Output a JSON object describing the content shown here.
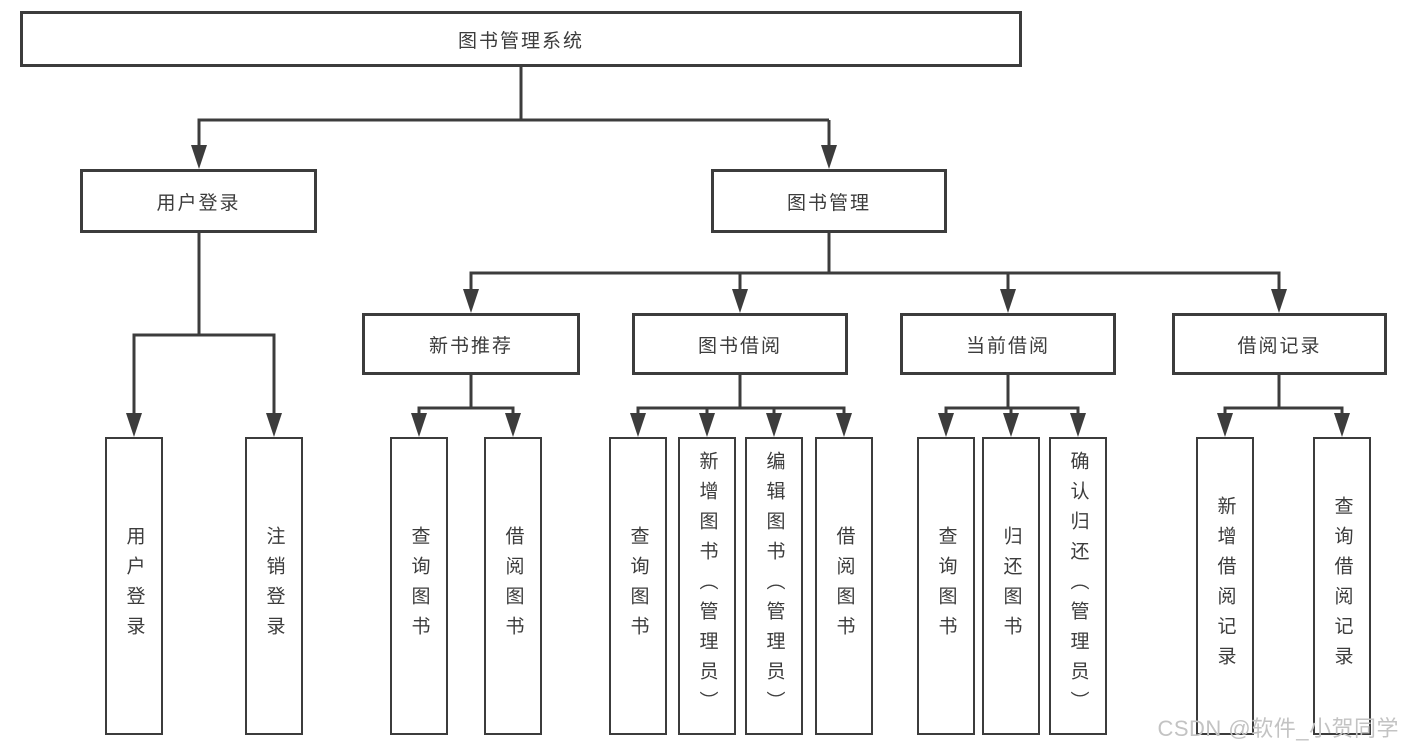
{
  "colors": {
    "line": "#3c3c3c",
    "text": "#3c3c3c",
    "box_background": "#ffffff",
    "page_background": "#ffffff",
    "watermark": "#c3c3c3"
  },
  "diagram": {
    "root": {
      "label": "图书管理系统"
    },
    "level2": {
      "user_login": {
        "label": "用户登录",
        "leaves": [
          "用户登录",
          "注销登录"
        ]
      },
      "book_management": {
        "label": "图书管理",
        "sections": {
          "new_book_recommend": {
            "label": "新书推荐",
            "leaves": [
              "查询图书",
              "借阅图书"
            ]
          },
          "book_borrowing": {
            "label": "图书借阅",
            "leaves": [
              "查询图书",
              "新增图书（管理员）",
              "编辑图书（管理员）",
              "借阅图书"
            ]
          },
          "current_borrowing": {
            "label": "当前借阅",
            "leaves": [
              "查询图书",
              "归还图书",
              "确认归还（管理员）"
            ]
          },
          "borrowing_records": {
            "label": "借阅记录",
            "leaves": [
              "新增借阅记录",
              "查询借阅记录"
            ]
          }
        }
      }
    }
  },
  "watermark": {
    "text": "CSDN @软件_小贺同学"
  }
}
